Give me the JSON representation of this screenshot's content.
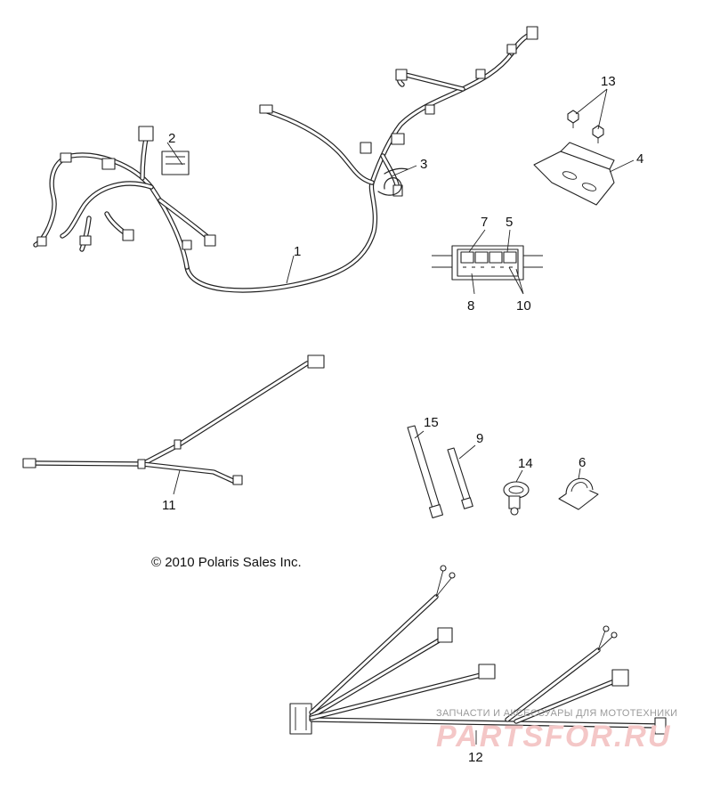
{
  "callouts": {
    "c1": "1",
    "c2": "2",
    "c3": "3",
    "c4": "4",
    "c5": "5",
    "c6": "6",
    "c7": "7",
    "c8": "8",
    "c9": "9",
    "c10": "10",
    "c11": "11",
    "c12": "12",
    "c13": "13",
    "c14": "14",
    "c15": "15"
  },
  "copyright": "© 2010 Polaris Sales Inc.",
  "watermark": {
    "tagline": "ЗАПЧАСТИ И АКСЕССУАРЫ ДЛЯ МОТОТЕХНИКИ",
    "logo": "PARTSFOR.RU"
  },
  "colors": {
    "line": "#222222",
    "background": "#ffffff",
    "watermark_logo": "#f4c7c7"
  }
}
